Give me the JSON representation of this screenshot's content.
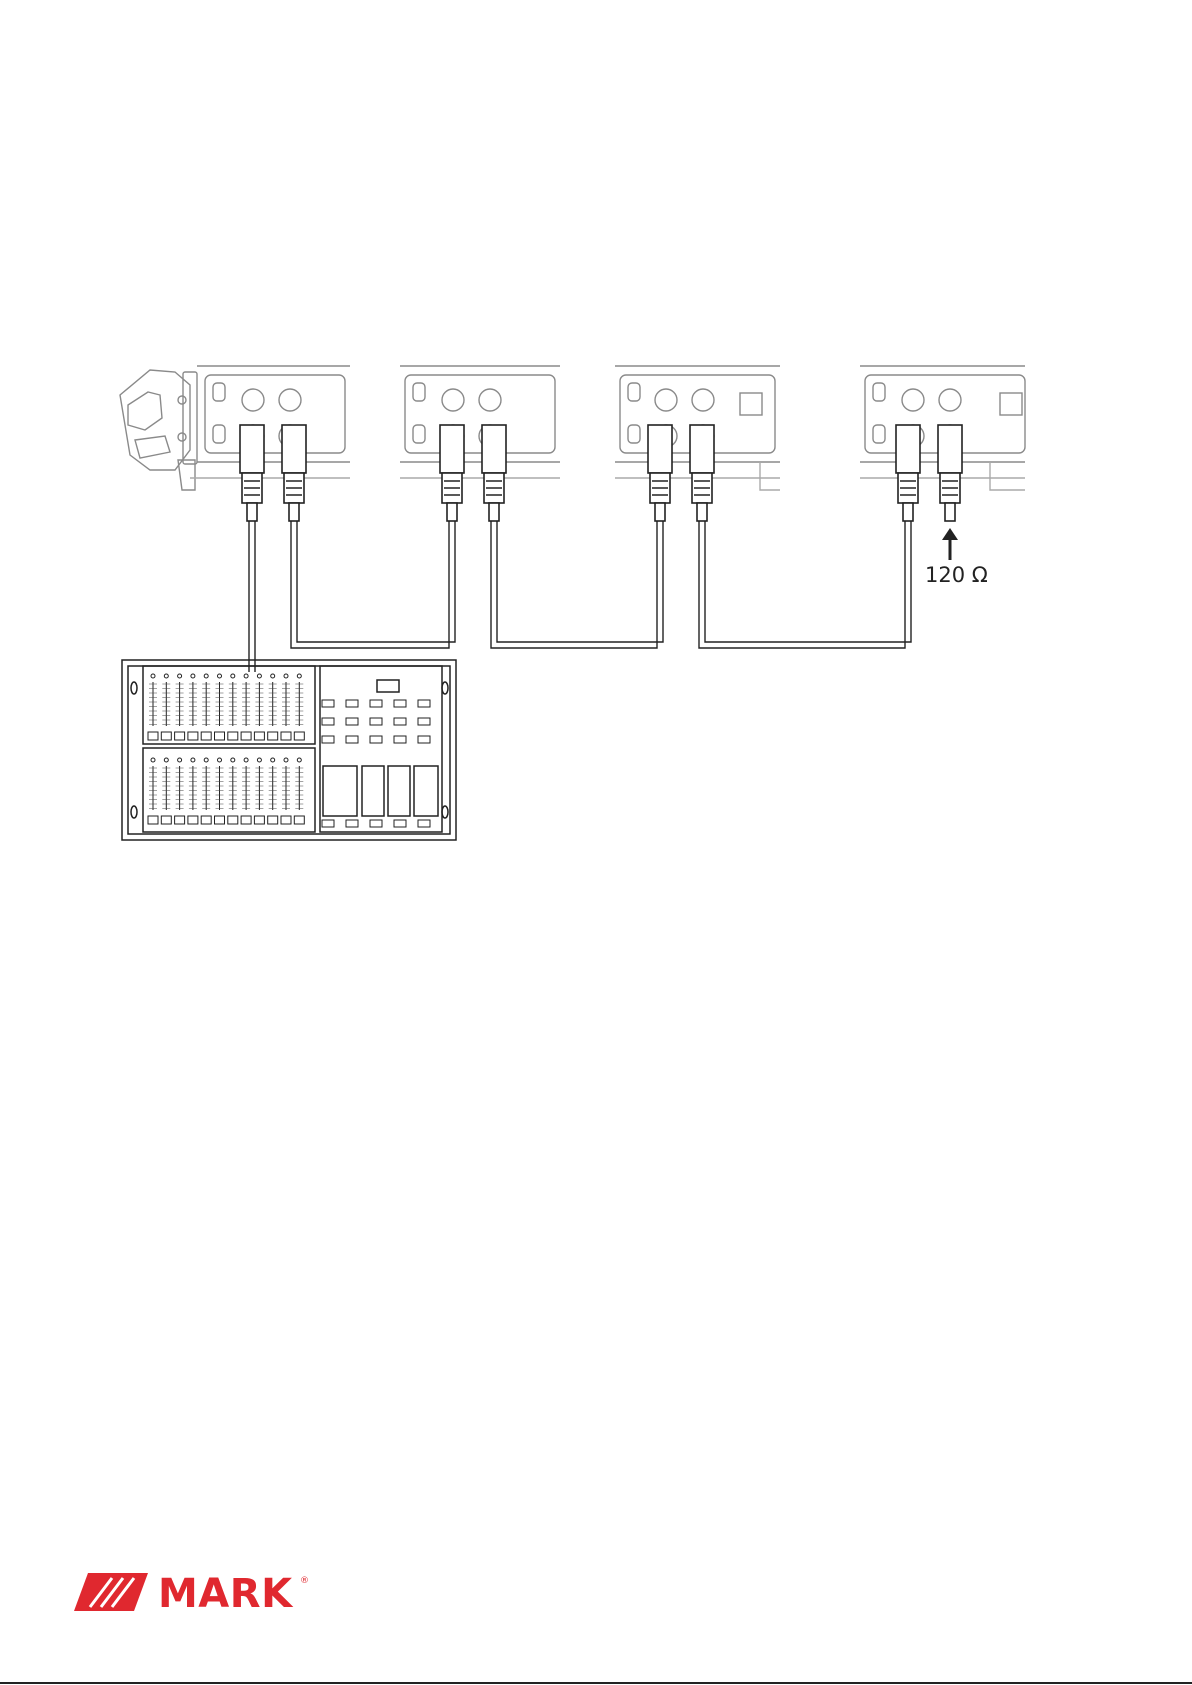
{
  "diagram": {
    "termination_label": "120 Ω",
    "fixture_count": 4
  },
  "logo": {
    "text": "MARK",
    "registered": "®",
    "color": "#e0282f"
  },
  "colors": {
    "line": "#222222",
    "light_line": "#9a9a9a"
  }
}
